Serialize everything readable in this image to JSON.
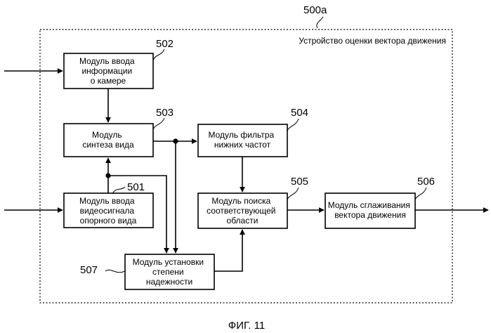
{
  "device": {
    "id": "500a",
    "label": "Устройство оценки вектора движения"
  },
  "blocks": {
    "camera_input": {
      "number": "502",
      "lines": [
        "Модуль ввода",
        "информации",
        "о камере"
      ]
    },
    "view_synthesis": {
      "number": "503",
      "lines": [
        "Модуль",
        "синтеза вида"
      ]
    },
    "low_pass_filter": {
      "number": "504",
      "lines": [
        "Модуль фильтра",
        "нижних частот"
      ]
    },
    "reference_video_input": {
      "number": "501",
      "lines": [
        "Модуль ввода",
        "видеосигнала",
        "опорного вида"
      ]
    },
    "corresponding_area_search": {
      "number": "505",
      "lines": [
        "Модуль поиска",
        "соответствующей",
        "области"
      ]
    },
    "motion_vector_smoothing": {
      "number": "506",
      "lines": [
        "Модуль сглаживания",
        "вектора движения"
      ]
    },
    "reliability_setting": {
      "number": "507",
      "lines": [
        "Модуль установки",
        "степени",
        "надежности"
      ]
    }
  },
  "caption": "ФИГ. 11"
}
